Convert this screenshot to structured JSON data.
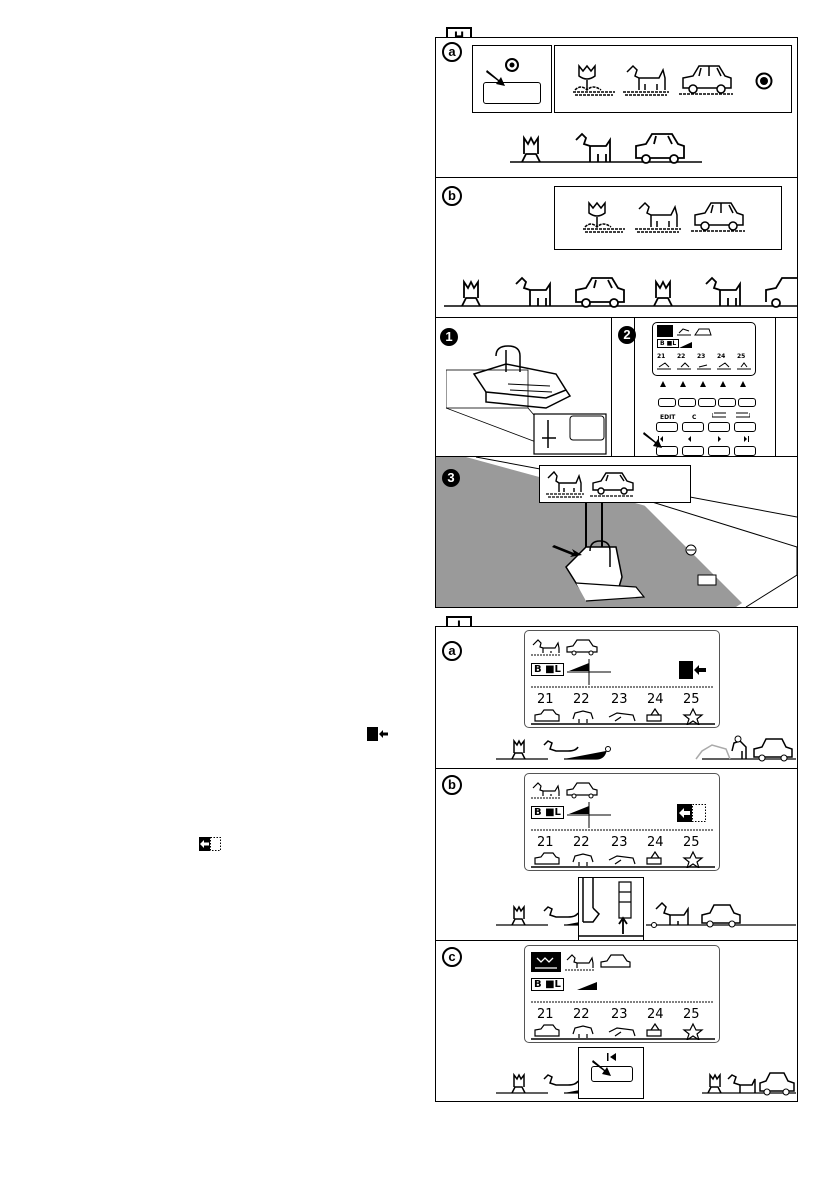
{
  "sections": {
    "h": {
      "tag": "H",
      "sub_a": "a",
      "sub_b": "b",
      "step1": "1",
      "step2": "2",
      "step3": "3"
    },
    "i": {
      "tag": "I",
      "sub_a": "a",
      "sub_b": "b",
      "sub_c": "c"
    }
  },
  "keypad": {
    "edit_label": "EDIT",
    "c_label": "C",
    "pattern_numbers": [
      "21",
      "22",
      "23",
      "24",
      "25"
    ]
  },
  "lcd": {
    "pattern_numbers": [
      "21",
      "22",
      "23",
      "24",
      "25"
    ],
    "mode_label": "B ■L"
  },
  "icons": {
    "tulip": "tulip-icon",
    "dog": "dog-icon",
    "car": "car-icon",
    "record": "record-icon",
    "press_arrow": "press-arrow-icon",
    "next_arrow": "arrow-right-icon"
  }
}
